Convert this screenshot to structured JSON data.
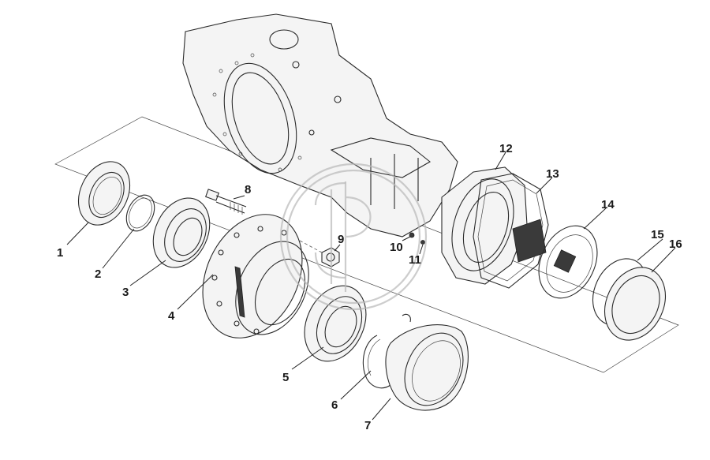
{
  "figure": {
    "callouts": [
      {
        "id": "1",
        "label": "1"
      },
      {
        "id": "2",
        "label": "2"
      },
      {
        "id": "3",
        "label": "3"
      },
      {
        "id": "4",
        "label": "4"
      },
      {
        "id": "5",
        "label": "5"
      },
      {
        "id": "6",
        "label": "6"
      },
      {
        "id": "7",
        "label": "7"
      },
      {
        "id": "8",
        "label": "8"
      },
      {
        "id": "9",
        "label": "9"
      },
      {
        "id": "10",
        "label": "10"
      },
      {
        "id": "11",
        "label": "11"
      },
      {
        "id": "12",
        "label": "12"
      },
      {
        "id": "13",
        "label": "13"
      },
      {
        "id": "14",
        "label": "14"
      },
      {
        "id": "15",
        "label": "15"
      },
      {
        "id": "16",
        "label": "16"
      }
    ],
    "colors": {
      "background": "#ffffff",
      "line": "#2a2a2a",
      "watermark": "#b8b8b8"
    }
  }
}
